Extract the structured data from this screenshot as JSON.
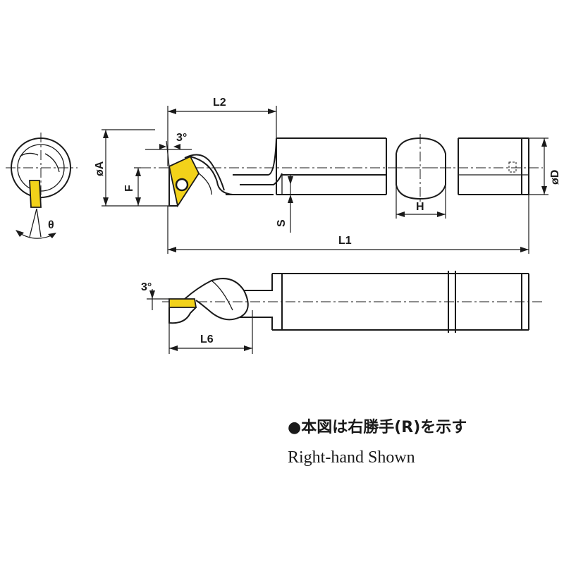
{
  "labels": {
    "l2": "L2",
    "l1": "L1",
    "l6": "L6",
    "h": "H",
    "s": "S",
    "f": "F",
    "phi_a": "øA",
    "phi_d": "øD",
    "theta": "θ",
    "angle_top": "3°",
    "angle_side": "3°"
  },
  "note": {
    "japanese": "●本図は右勝手(R)を示す",
    "english": "Right-hand Shown"
  },
  "colors": {
    "insert": "#f2d21a",
    "line": "#1a1a1a"
  }
}
